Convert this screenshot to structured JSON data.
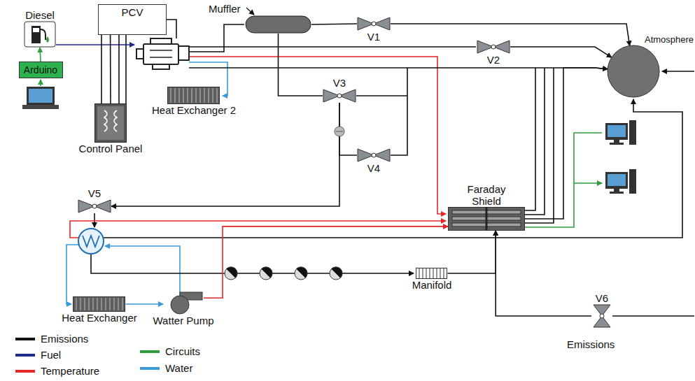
{
  "diagram": {
    "nodes": [
      {
        "text": [
          "Diesel"
        ]
      },
      {
        "text": [
          "Arduino"
        ]
      },
      {
        "text": [
          "PCV"
        ]
      },
      {
        "text": [
          "Muffler"
        ]
      },
      {
        "text": [
          "V1"
        ]
      },
      {
        "text": [
          "V2"
        ]
      },
      {
        "text": [
          "Atmosphere"
        ]
      },
      {
        "text": [
          "Heat Exchanger 2"
        ]
      },
      {
        "text": [
          "Control Panel"
        ]
      },
      {
        "text": [
          "V3"
        ]
      },
      {
        "text": [
          "V4"
        ]
      },
      {
        "text": [
          "Faraday Shield"
        ]
      },
      {
        "text": [
          "V5"
        ]
      },
      {
        "text": [
          "Heat Exchanger"
        ]
      },
      {
        "text": [
          "Watter Pump"
        ]
      },
      {
        "text": [
          "Manifold"
        ]
      },
      {
        "text": [
          "V6"
        ]
      }
    ],
    "edges": [
      {
        "from": 1,
        "to": 0,
        "arrow": "to"
      },
      {
        "from": 3,
        "to": 4,
        "arrow": "none"
      },
      {
        "from": 4,
        "to": 6,
        "arrow": "to"
      },
      {
        "from": 5,
        "to": 6,
        "arrow": "to"
      },
      {
        "from": 3,
        "to": 9,
        "arrow": "none"
      },
      {
        "from": 9,
        "to": 10,
        "arrow": "none"
      },
      {
        "from": 9,
        "to": 12,
        "arrow": "to"
      },
      {
        "from": 10,
        "to": 6,
        "arrow": "to"
      },
      {
        "from": 11,
        "to": 6,
        "arrow": "to"
      },
      {
        "from": 13,
        "to": 14,
        "arrow": "to"
      },
      {
        "from": 15,
        "to": 11,
        "arrow": "to"
      },
      {
        "from": 16,
        "to": 11,
        "arrow": "to"
      },
      {
        "from": 14,
        "to": 11,
        "arrow": "to"
      },
      {
        "from": 8,
        "to": 2,
        "arrow": "none"
      }
    ],
    "labels": [
      "Emissions"
    ],
    "legend": [
      {
        "text": "Emissions",
        "color": "#111111"
      },
      {
        "text": "Fuel",
        "color": "#1f2a8a"
      },
      {
        "text": "Temperature",
        "color": "#e8262a"
      },
      {
        "text": "Circuits",
        "color": "#2e9e3e"
      },
      {
        "text": "Water",
        "color": "#3a9ad9"
      }
    ]
  }
}
